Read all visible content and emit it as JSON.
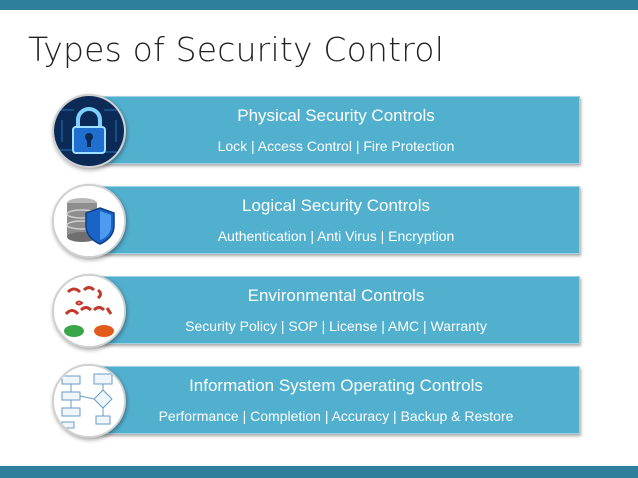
{
  "slide": {
    "title": "Types of Security Control"
  },
  "controls": [
    {
      "title": "Physical Security Controls",
      "items": "Lock | Access Control | Fire Protection",
      "icon": "padlock-icon"
    },
    {
      "title": "Logical Security Controls",
      "items": "Authentication | Anti Virus | Encryption",
      "icon": "database-shield-icon"
    },
    {
      "title": "Environmental Controls",
      "items": "Security Policy | SOP | License | AMC | Warranty",
      "icon": "dos-and-donts-icon"
    },
    {
      "title": "Information System Operating Controls",
      "items": "Performance | Completion | Accuracy | Backup & Restore",
      "icon": "flowchart-icon"
    }
  ],
  "colors": {
    "accent_bar": "#2e7f9b",
    "card_fill": "#52b0cf"
  }
}
